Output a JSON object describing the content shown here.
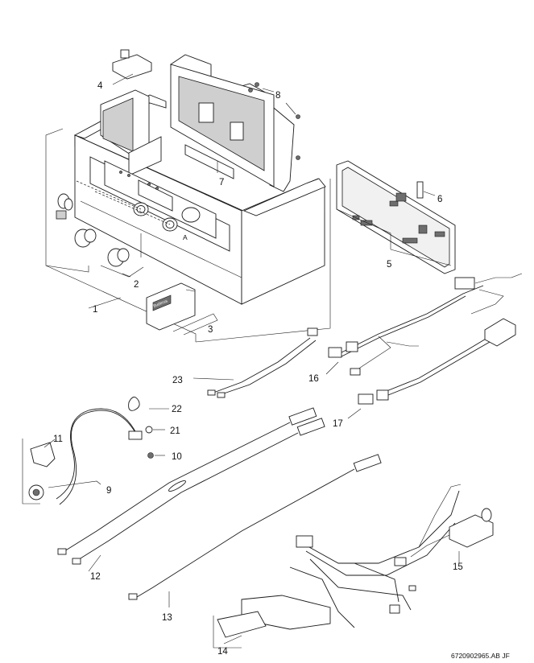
{
  "drawing": {
    "reference": "6720902965.AB  JF",
    "badge_text": "Buderus"
  },
  "callouts": {
    "c1": "1",
    "c2": "2",
    "c3": "3",
    "c4": "4",
    "c5": "5",
    "c6": "6",
    "c7": "7",
    "c8": "8",
    "c9": "9",
    "c10": "10",
    "c11": "11",
    "c12": "12",
    "c13": "13",
    "c14": "14",
    "c15": "15",
    "c16": "16",
    "c17": "17",
    "c21": "21",
    "c22": "22",
    "c23": "23"
  }
}
